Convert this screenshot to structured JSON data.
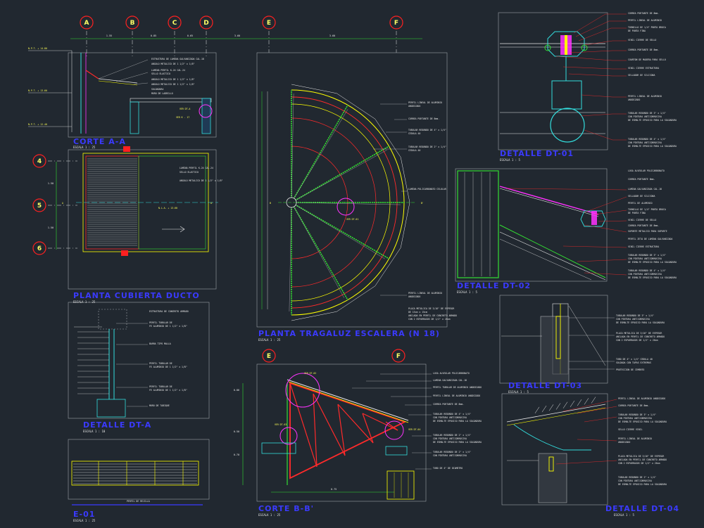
{
  "titles": {
    "corte_aa": "CORTE A-A",
    "planta_cubierta": "PLANTA CUBIERTA DUCTO",
    "planta_tragaluz": "PLANTA TRAGALUZ ESCALERA (N 18)",
    "detalle_dt_a": "DETALLE DT-A",
    "corte_bb": "CORTE B-B'",
    "detalle_dt01": "DETALLE DT-01",
    "detalle_dt02": "DETALLE DT-02",
    "detalle_dt03": "DETALLE DT-03",
    "detalle_dt04": "DETALLE DT-04",
    "elev": "E-01"
  },
  "scales": {
    "s25": "ESCALA 1 : 25",
    "s10": "ESCALA 1 : 10",
    "s5": "ESCALA 1 : 5"
  },
  "axes": {
    "top": [
      "A",
      "B",
      "C",
      "D",
      "E",
      "F"
    ],
    "left": [
      "4",
      "5",
      "6"
    ],
    "section_top": [
      "E",
      "F"
    ]
  },
  "dims": {
    "top": [
      "1.55",
      "0.85",
      "0.65",
      "3.60",
      "3.60"
    ],
    "left": [
      "1.50",
      "1.50"
    ],
    "section": [
      "0.86",
      "0.50",
      "0.70",
      "0.75"
    ]
  },
  "labels": {
    "ver_dt_a": "VER DT-A",
    "ver_k17": "VER K - 17",
    "ver_dt01": "VER DT-01",
    "ver_dt02": "VER DT-02",
    "ver_dt03": "VER DT-03",
    "ver_dt04": "VER DT-04",
    "lvl1": "N.P.T. + 14.80",
    "lvl2": "N.P.T. + 13.60",
    "lvl3": "N.P.T. + 12.40",
    "lvl4": "N.L.A. + 13.60",
    "ref_a": "A",
    "ref_a2": "A'",
    "ref_b": "B",
    "ref_b2": "B'"
  },
  "notes": {
    "corte_aa": [
      "ESTRUCTURA DE LAMINA GALVANIZADA CAL.18",
      "ANGULO METALICO DE 1 1/2\" x 1/8\"",
      "LAMINA PERFIL K-24 CAL.24",
      "SELLO ELASTICO",
      "ANGULO METALICO DE 1 1/2\" x 1/8\"",
      "ANGULO METALICO DE 1 1/2\" x 1/8\"",
      "SOLDADURA",
      "MURO DE LADRILLO"
    ],
    "planta_cubierta": [
      "LAMINA PERFIL K-24 CAL.24",
      "SELLO ELASTICO",
      "ANGULO METALICO DE 1 1/2\" x 1/8\""
    ],
    "tragaluz": [
      "PERFIL LINEAL DE ALUMINIO",
      "ANODIZADO",
      "CORREA PORTANTE DE 8mm.",
      "TUBULAR REDONDO DE 4\" x 1/4\"",
      "CEDULA 40",
      "TUBULAR REDONDO DE 2\" x 1/4\"",
      "CEDULA 40",
      "LAMINA POLICARBONATO CELULAR",
      "PERFIL LINEAL DE ALUMINIO",
      "ANODIZADO",
      "PLACA METALICA DE 3/16\" DE ESPESOR",
      "DE 15cm x 15cm",
      "ANCLADA EN PERFIL DE CONCRETO ARMADO",
      "CON 2 ESPARRAGOS DE 1/2\" x 20cm"
    ],
    "detalle_dt_a": [
      "ESTRUCTURA DE CONCRETO ARMADO",
      "PERFIL TUBULAR DE",
      "FE ALUMINIO DE 1 1/2\" x 1/8\"",
      "BARRA TIPO MALLA",
      "PERFIL TUBULAR DE",
      "FE ALUMINIO DE 1 1/2\" x 1/8\"",
      "PERFIL TUBULAR DE",
      "FE ALUMINIO DE 1 1/2\" x 1/8\"",
      "MURO DE TABIQUE"
    ],
    "corte_bb": [
      "LOSA ALVEOLAR POLICARBONATO",
      "LAMINA GALVANIZADA CAL.18",
      "PERFIL TUBULAR DE ALUMINIO ANODIZADO",
      "PERFIL LINEAL DE ALUMINIO ANODIZADO",
      "CORREA PORTANTE DE 8mm.",
      "TUBULAR REDONDO DE 4\" x 1/4\"",
      "CON PINTURA ANTICORROSIVA",
      "DE ESMALTE EPOXICO PARA LA SOLDADURA",
      "TUBULAR REDONDO DE 2\" x 1/4\"",
      "CON PINTURA ANTICORROSIVA",
      "DE ESMALTE EPOXICO PARA LA SOLDADURA",
      "TUBULAR REDONDO DE 2\" x 1/4\"",
      "CON PINTURA ANTICORROSIVA",
      "TUBO DE 4\" DE DIAMETRO"
    ],
    "dt01": [
      "CORREA PORTANTE DE 8mm.",
      "PERFIL LINEAL DE ALUMINIO",
      "TORNILLO DE 1/4\" PUNTA BROCA",
      "DE PUNTA FINA",
      "VINIL CIERRE DE SELLO",
      "CORREA PORTANTE DE 8mm.",
      "CUARTON DE MADERA PARA SELLO",
      "VINIL CIERRE ESTRUCTURA",
      "SELLADOR DE SILICONA",
      "PERFIL LINEAL DE ALUMINIO",
      "ANODIZADO",
      "TUBULAR REDONDO DE 3\" x 1/4\"",
      "CON PINTURA ANTICORROSIVA",
      "DE ESMALTE EPOXICO PARA LA SOLDADURA",
      "TUBULAR REDONDO DE 4\" x 1/4\"",
      "CON PINTURA ANTICORROSIVA",
      "DE ESMALTE EPOXICO PARA LA SOLDADURA"
    ],
    "dt02": [
      "LOSA ALVEOLAR POLICARBONATO",
      "CORREA PORTANTE 8mm.",
      "LAMINA GALVANIZADA CAL.18",
      "SELLADOR DE SILICONA",
      "PERFIL DE ALUMINIO",
      "TORNILLO DE 1/4\" PUNTA BROCA",
      "DE PUNTA FINA",
      "VINIL CIERRE DE SELLO",
      "CORREA PORTANTE DE 8mm.",
      "SOPORTE METALICO PARA SOPORTE",
      "PERFIL ZETA DE LAMINA GALVANIZADA",
      "VINIL CIERRE ESTRUCTURA",
      "TUBULAR REDONDO DE 3\" x 1/4\"",
      "CON PINTURA ANTICORROSIVA",
      "DE ESMALTE EPOXICO PARA LA SOLDADURA",
      "TUBULAR REDONDO DE 4\" x 1/4\"",
      "CON PINTURA ANTICORROSIVA",
      "DE ESMALTE EPOXICO PARA LA SOLDADURA"
    ],
    "dt03": [
      "TUBULAR REDONDO DE 3\" x 1/4\"",
      "CON PINTURA ANTICORROSIVA",
      "DE ESMALTE EPOXICO PARA LA SOLDADURA",
      "PLACA METALICA DE 3/16\" DE ESPESOR",
      "ANCLADA EN PERFIL DE CONCRETO ARMADO",
      "CON 2 ESPARRAGOS DE 1/2\" x 20cm",
      "TUBO DE 4\" x 1/4\" CEDULA 40",
      "SOLDADA CON TAPAS EXTREMAS",
      "PROTECCION DE CEMENTO",
      "PROTECCION DE CEMENTO"
    ],
    "dt04": [
      "PERFIL LINEAL DE ALUMINIO ANODIZADO",
      "CORREA PORTANTE DE 8mm.",
      "TUBULAR REDONDO DE 3\" x 1/4\"",
      "CON PINTURA ANTICORROSIVA",
      "DE ESMALTE EPOXICO PARA LA SOLDADURA",
      "SELLO CIERRE VINIL",
      "PERFIL LINEAL DE ALUMINIO",
      "ANODIZADO",
      "PLACA METALICA DE 3/16\" DE ESPESOR",
      "ANCLADA EN PERFIL DE CONCRETO ARMADO",
      "CON 2 ESPARRAGOS DE 1/2\" x 20cm",
      "TUBULAR REDONDO DE 2\" x 1/4\"",
      "CON PINTURA ANTICORROSIVA",
      "DE ESMALTE EPOXICO PARA LA SOLDADURA"
    ],
    "elev": [
      "PERFIL DE REJILLA"
    ]
  },
  "colors": {
    "background": "#212830",
    "title_blue": "#3a3aff",
    "axis_red": "#ff2020",
    "axis_yellow": "#ffff66",
    "green": "#33dd33",
    "yellow": "#ffff00",
    "magenta": "#ff33ff",
    "cyan": "#33dddd",
    "red": "#ff2a2a",
    "white": "#e8e8e8",
    "grey": "#9aa0a6"
  }
}
